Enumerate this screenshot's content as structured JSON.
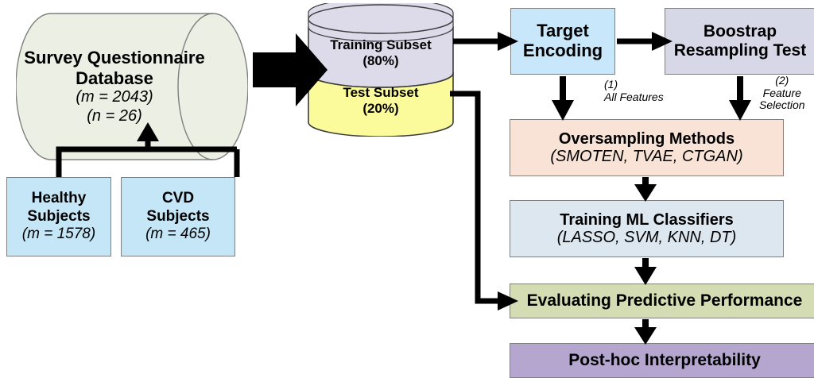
{
  "diagram": {
    "title": "Machine learning pipeline for CVD prediction from survey questionnaire data",
    "colors": {
      "database_fill": "#ecefe3",
      "subject_fill": "#c5e6f7",
      "training_subset_fill": "#dddbe9",
      "test_subset_fill": "#fcfb9c",
      "target_encoding_fill": "#c9e7fa",
      "bootstrap_fill": "#d6d8e8",
      "oversampling_fill": "#f8e3d6",
      "classifiers_fill": "#dde7f0",
      "evaluating_fill": "#d3dcb2",
      "posthoc_fill": "#b4a6ce",
      "stroke": "#7f7f7f",
      "arrow": "#000000"
    },
    "database": {
      "name": "survey-questionnaire-database",
      "line1": "Survey Questionnaire",
      "line2": "Database",
      "line3": "(m = 2043)",
      "line4": "(n = 26)"
    },
    "subjects": [
      {
        "name": "healthy-subjects",
        "line1": "Healthy",
        "line2": "Subjects",
        "line3": "(m = 1578)"
      },
      {
        "name": "cvd-subjects",
        "line1": "CVD",
        "line2": "Subjects",
        "line3": "(m = 465)"
      }
    ],
    "split": {
      "name": "data-split-cylinder",
      "training": {
        "line1": "Training Subset",
        "line2": "(80%)"
      },
      "test": {
        "line1": "Test Subset",
        "line2": "(20%)"
      }
    },
    "steps": {
      "target_encoding": {
        "line1": "Target",
        "line2": "Encoding"
      },
      "bootstrap": {
        "line1": "Boostrap",
        "line2": "Resampling Test"
      },
      "oversampling": {
        "line1": "Oversampling Methods",
        "line2": "(SMOTEN, TVAE, CTGAN)"
      },
      "classifiers": {
        "line1": "Training ML Classifiers",
        "line2": "(LASSO, SVM, KNN, DT)"
      },
      "evaluating": {
        "line1": "Evaluating Predictive Performance"
      },
      "posthoc": {
        "line1": "Post-hoc Interpretability"
      }
    },
    "annotations": [
      {
        "name": "annotation-all-features",
        "number": "(1)",
        "text": "All Features"
      },
      {
        "name": "annotation-feature-selection",
        "number": "(2)",
        "line1": "Feature",
        "line2": "Selection"
      }
    ]
  }
}
